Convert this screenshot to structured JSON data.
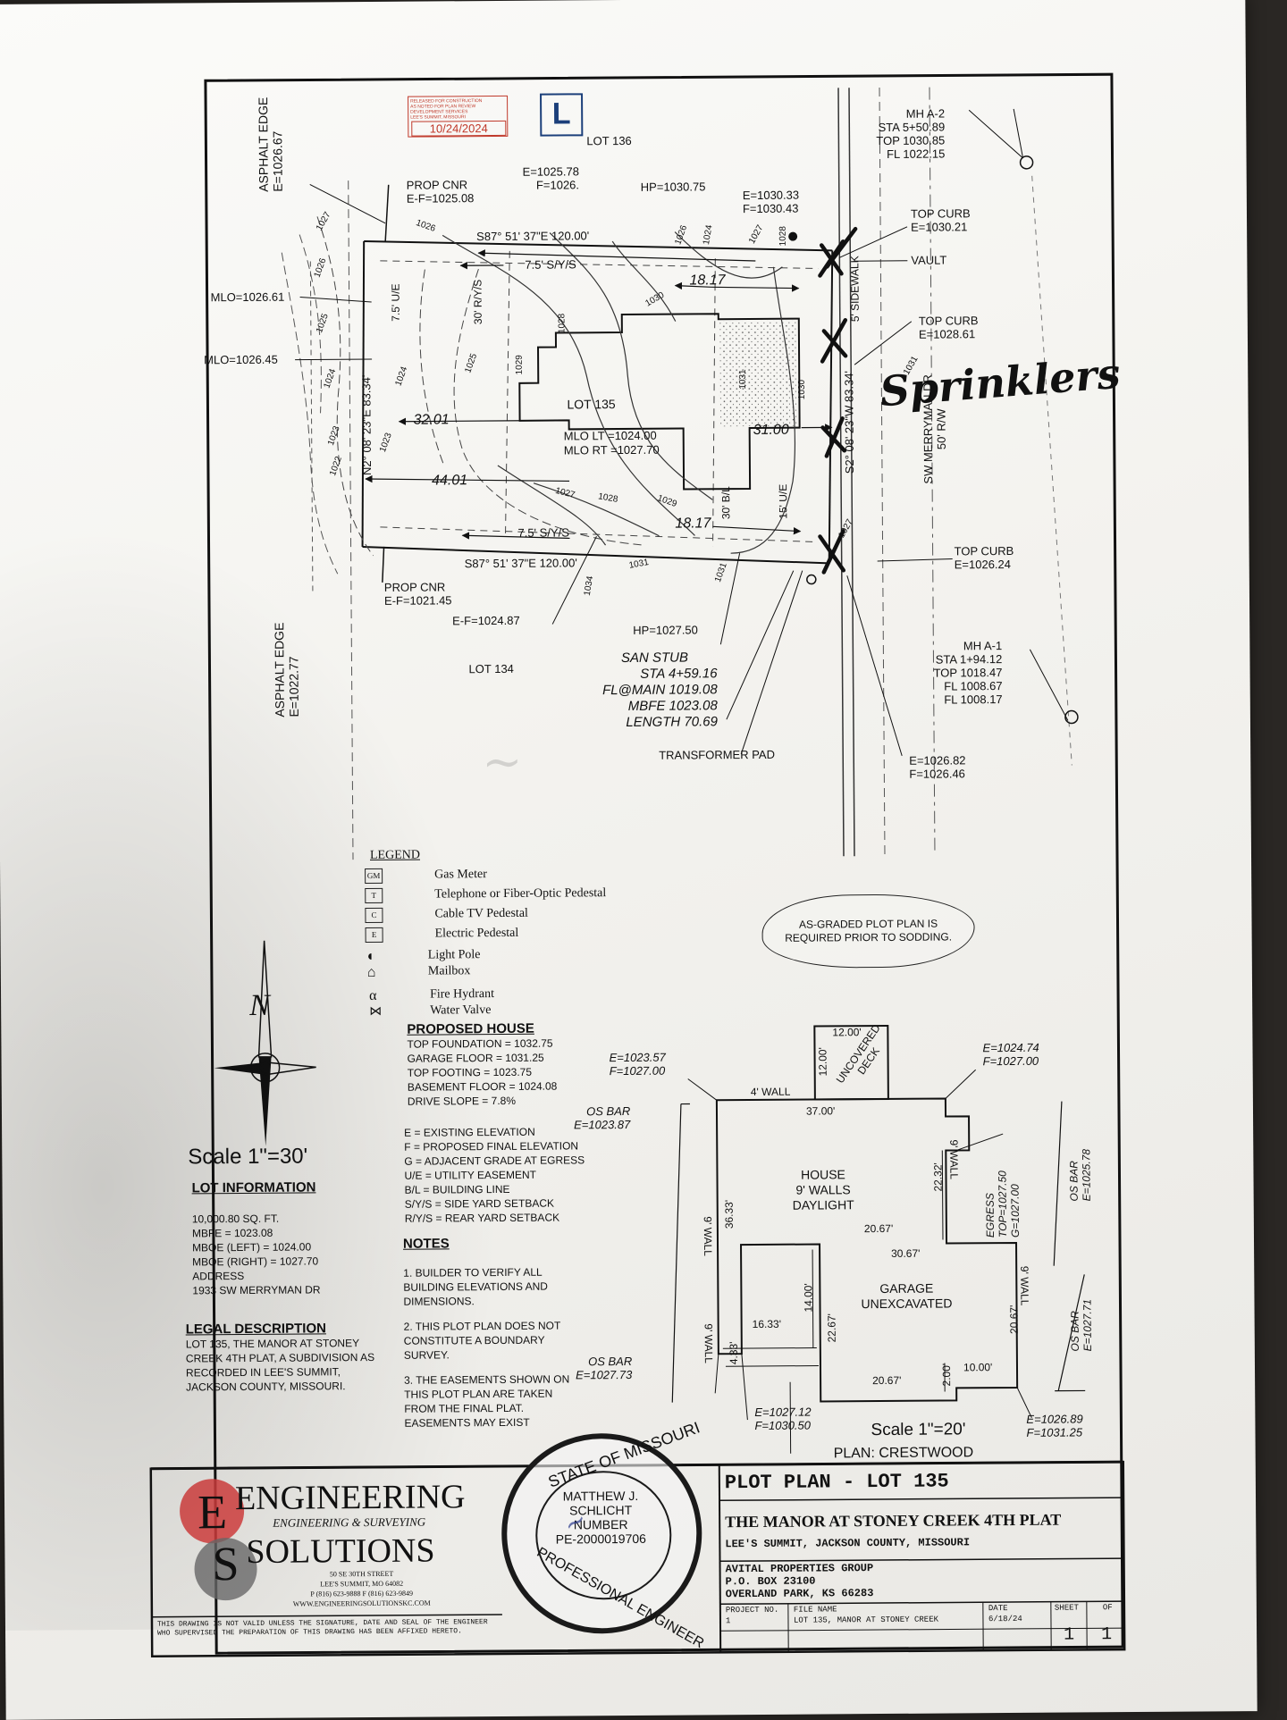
{
  "stamp": {
    "date": "10/24/2024",
    "header_lines": [
      "RELEASED FOR CONSTRUCTION",
      "AS NOTED FOR PLAN REVIEW",
      "DEVELOPMENT SERVICES",
      "LEE'S SUMMIT, MISSOURI"
    ]
  },
  "lots": {
    "north": "LOT 136",
    "subject": "LOT 135",
    "south": "LOT 134"
  },
  "asphalt_top": {
    "title": "ASPHALT EDGE",
    "elev": "E=1026.67"
  },
  "asphalt_bottom": {
    "title": "ASPHALT EDGE",
    "elev": "E=1022.77"
  },
  "prop_cnr_top": {
    "title": "PROP CNR",
    "elev": "E-F=1025.08"
  },
  "prop_cnr_bottom": {
    "title": "PROP CNR",
    "elev": "E-F=1021.45"
  },
  "elev_top_mid": {
    "e": "E=1025.78",
    "f": "F=1026."
  },
  "hp_top": "HP=1030.75",
  "elev_top_right": {
    "e": "E=1030.33",
    "f": "F=1030.43"
  },
  "mh_a2": {
    "title": "MH A-2",
    "sta": "STA 5+50.89",
    "top": "TOP 1030.85",
    "fl": "FL 1022.15"
  },
  "top_curb_1": {
    "title": "TOP CURB",
    "elev": "E=1030.21"
  },
  "vault": "VAULT",
  "top_curb_2": {
    "title": "TOP CURB",
    "elev": "E=1028.61"
  },
  "handwritten": "Sprinklers",
  "street": {
    "name": "SW MERRYMAN DR",
    "row": "50' R/W"
  },
  "sidewalk": "5' SIDEWALK",
  "mlo": [
    "MLO=1026.61",
    "MLO=1026.45"
  ],
  "bearings": {
    "top": "S87° 51' 37\"E 120.00'",
    "bottom": "S87° 51' 37\"E 120.00'",
    "west": "N2° 08' 23\"E 83.34'",
    "east": "S2° 08' 23\"W 83.34'"
  },
  "setbacks": {
    "syse_top": "7.5' S/Y/S",
    "syse_bottom": "7.5' S/Y/S",
    "ryse": "30' R/Y/S",
    "ue": "7.5' U/E",
    "bl": "30' B/L",
    "ue_front": "15' U/E"
  },
  "dims": {
    "d1817a": "18.17",
    "d1817b": "18.17",
    "d3201": "32.01",
    "d4401": "44.01",
    "d3100": "31.00"
  },
  "mlo_lot": {
    "lt": "MLO LT =1024.00",
    "rt": "MLO RT =1027.70"
  },
  "top_curb_3": {
    "title": "TOP CURB",
    "elev": "E=1026.24"
  },
  "ef_bottom": "E-F=1024.87",
  "hp_bottom": "HP=1027.50",
  "san_stub": {
    "title": "SAN STUB",
    "sta": "STA 4+59.16",
    "fl": "FL@MAIN 1019.08",
    "mbfe": "MBFE 1023.08",
    "len": "LENGTH 70.69"
  },
  "transformer": "TRANSFORMER PAD",
  "mh_a1": {
    "title": "MH A-1",
    "sta": "STA 1+94.12",
    "top": "TOP 1018.47",
    "fl1": "FL 1008.67",
    "fl2": "FL 1008.17"
  },
  "elev_bottom_right": {
    "e": "E=1026.82",
    "f": "F=1026.46"
  },
  "contours": [
    "1027",
    "1026",
    "1025",
    "1024",
    "1023",
    "1022",
    "1023",
    "1024",
    "1025",
    "1026",
    "1029",
    "1028",
    "1027",
    "1028",
    "1030",
    "1031",
    "1030",
    "1026",
    "1024",
    "1027",
    "1028",
    "1029",
    "1031",
    "1034",
    "1031",
    "1031",
    "1027"
  ],
  "legend": {
    "title": "LEGEND",
    "items": [
      {
        "label": "Gas Meter",
        "sym": "GM"
      },
      {
        "label": "Telephone or Fiber-Optic Pedestal",
        "sym": "T"
      },
      {
        "label": "Cable TV Pedestal",
        "sym": "C"
      },
      {
        "label": "Electric Pedestal",
        "sym": "E"
      },
      {
        "label": "Light Pole",
        "sym": "◐"
      },
      {
        "label": "Mailbox",
        "sym": "⌂"
      },
      {
        "label": "Fire Hydrant",
        "sym": "α"
      },
      {
        "label": "Water Valve",
        "sym": "⋈"
      }
    ]
  },
  "bubble": "AS-GRADED PLOT PLAN IS REQUIRED PRIOR TO SODDING.",
  "north_letter": "N",
  "scale_top": "Scale 1\"=30'",
  "proposed_house": {
    "title": "PROPOSED HOUSE",
    "rows": [
      {
        "k": "TOP FOUNDATION =",
        "v": "1032.75"
      },
      {
        "k": "GARAGE FLOOR =",
        "v": "1031.25"
      },
      {
        "k": "TOP FOOTING =",
        "v": "1023.75"
      },
      {
        "k": "BASEMENT FLOOR =",
        "v": "1024.08"
      },
      {
        "k": "DRIVE SLOPE =",
        "v": "7.8%"
      }
    ]
  },
  "abbreviations": [
    "E = EXISTING ELEVATION",
    "F = PROPOSED FINAL ELEVATION",
    "G = ADJACENT GRADE AT EGRESS",
    "U/E = UTILITY EASEMENT",
    "B/L = BUILDING LINE",
    "S/Y/S = SIDE YARD SETBACK",
    "R/Y/S = REAR YARD SETBACK"
  ],
  "lot_info": {
    "title": "LOT INFORMATION",
    "lines": [
      "10,000.80 SQ. FT.",
      "MBFE = 1023.08",
      "MBOE (LEFT) = 1024.00",
      "MBOE (RIGHT) = 1027.70",
      "ADDRESS",
      "1933 SW MERRYMAN DR"
    ]
  },
  "legal": {
    "title": "LEGAL DESCRIPTION",
    "text": "LOT 135, THE MANOR AT STONEY CREEK 4TH PLAT, A SUBDIVISION AS RECORDED IN LEE'S SUMMIT, JACKSON COUNTY, MISSOURI."
  },
  "notes": {
    "title": "NOTES",
    "items": [
      "1. BUILDER TO VERIFY ALL BUILDING ELEVATIONS AND DIMENSIONS.",
      "2. THIS PLOT PLAN DOES NOT CONSTITUTE A BOUNDARY SURVEY.",
      "3. THE EASEMENTS SHOWN ON THIS PLOT PLAN ARE TAKEN FROM THE FINAL PLAT. EASEMENTS MAY EXIST"
    ]
  },
  "house_plan": {
    "e_top_left": {
      "e": "E=1023.57",
      "f": "F=1027.00"
    },
    "e_top_right": {
      "e": "E=1024.74",
      "f": "F=1027.00"
    },
    "deck_w": "12.00'",
    "deck_h": "12.00'",
    "deck_label": "UNCOVERED DECK",
    "wall4": "4' WALL",
    "os_bar_tl": {
      "title": "OS BAR",
      "elev": "E=1023.87"
    },
    "os_bar_r1": {
      "title": "OS BAR",
      "elev": "E=1025.78"
    },
    "os_bar_r2": {
      "title": "OS BAR",
      "elev": "E=1027.71"
    },
    "os_bar_bl": {
      "title": "OS BAR",
      "elev": "E=1027.73"
    },
    "top_w": "37.00'",
    "house_label": [
      "HOUSE",
      "9' WALLS",
      "DAYLIGHT"
    ],
    "wall9_left": "9' WALL",
    "wall9_right": "9' WALL",
    "wall9_garage": "9' WALL",
    "wall9_bottom": "9' WALL",
    "d3633": "36.33'",
    "d2232": "22.32'",
    "d2067a": "20.67'",
    "d3067": "30.67'",
    "egress": {
      "title": "EGRESS",
      "top": "TOP=1027.50",
      "g": "G=1027.00"
    },
    "garage_label": [
      "GARAGE",
      "UNEXCAVATED"
    ],
    "d1400": "14.00'",
    "d1633": "16.33'",
    "d2267": "22.67'",
    "d433": "4.33'",
    "d2067b": "20.67'",
    "d2067c": "20.67'",
    "d200": "2.00'",
    "d1000": "10.00'",
    "e_bottom_left": {
      "e": "E=1027.12",
      "f": "F=1030.50"
    },
    "e_bottom_right": {
      "e": "E=1026.89",
      "f": "F=1031.25"
    },
    "scale": "Scale 1\"=20'",
    "plan": "PLAN: CRESTWOOD"
  },
  "company": {
    "name1": "ENGINEERING",
    "tagline": "ENGINEERING & SURVEYING",
    "name2": "SOLUTIONS",
    "initial1": "E",
    "initial2": "S",
    "addr": [
      "50 SE 30TH STREET",
      "LEE'S SUMMIT, MO 64082",
      "P (816) 623-9888 F (816) 623-9849",
      "WWW.ENGINEERINGSOLUTIONSKC.COM"
    ],
    "disclaimer": "THIS DRAWING IS NOT VALID UNLESS THE SIGNATURE, DATE AND SEAL OF THE ENGINEER WHO SUPERVISED THE PREPARATION OF THIS DRAWING HAS BEEN AFFIXED HERETO."
  },
  "seal": {
    "top": "STATE OF MISSOURI",
    "name1": "MATTHEW J.",
    "name2": "SCHLICHT",
    "number_label": "NUMBER",
    "number": "PE-2000019706",
    "bottom": "PROFESSIONAL ENGINEER"
  },
  "title_block": {
    "title": "PLOT PLAN - LOT 135",
    "sub": "THE MANOR AT STONEY CREEK 4TH PLAT",
    "loc": "LEE'S SUMMIT, JACKSON COUNTY, MISSOURI",
    "client": [
      "AVITAL PROPERTIES GROUP",
      "P.O. BOX 23100",
      "OVERLAND PARK, KS 66283"
    ],
    "project_label": "PROJECT NO.",
    "project_no": "1",
    "file_label": "FILE NAME",
    "file_name": "LOT 135, MANOR AT STONEY CREEK",
    "date_label": "DATE",
    "date": "6/18/24",
    "sheet_label": "SHEET",
    "sheet": "1",
    "of_label": "OF",
    "of": "1"
  },
  "colors": {
    "ink": "#111111",
    "paper": "#f5f4f0",
    "stamp_red": "#c0392b",
    "company_red": "#d94040",
    "signature_blue": "#2b3a8c"
  }
}
